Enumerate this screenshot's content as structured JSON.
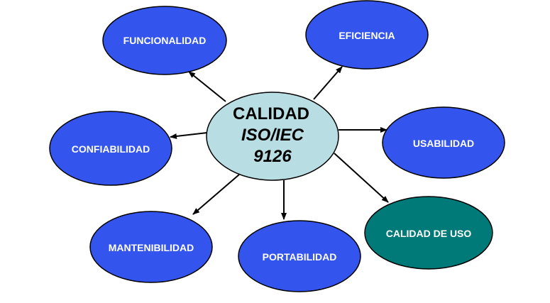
{
  "diagram": {
    "center": {
      "line1": "CALIDAD",
      "line2": "ISO/IEC",
      "line3": "9126",
      "fill": "#b8dee3"
    },
    "nodes": [
      {
        "key": "funcionalidad",
        "label": "FUNCIONALIDAD",
        "fill": "#3355ee"
      },
      {
        "key": "eficiencia",
        "label": "EFICIENCIA",
        "fill": "#3355ee"
      },
      {
        "key": "usabilidad",
        "label": "USABILIDAD",
        "fill": "#3355ee"
      },
      {
        "key": "confiabilidad",
        "label": "CONFIABILIDAD",
        "fill": "#3355ee"
      },
      {
        "key": "mantenibilidad",
        "label": "MANTENIBILIDAD",
        "fill": "#3355ee"
      },
      {
        "key": "portabilidad",
        "label": "PORTABILIDAD",
        "fill": "#3355ee"
      },
      {
        "key": "calidad-de-uso",
        "label": "CALIDAD DE USO",
        "fill": "#007a78"
      }
    ]
  }
}
